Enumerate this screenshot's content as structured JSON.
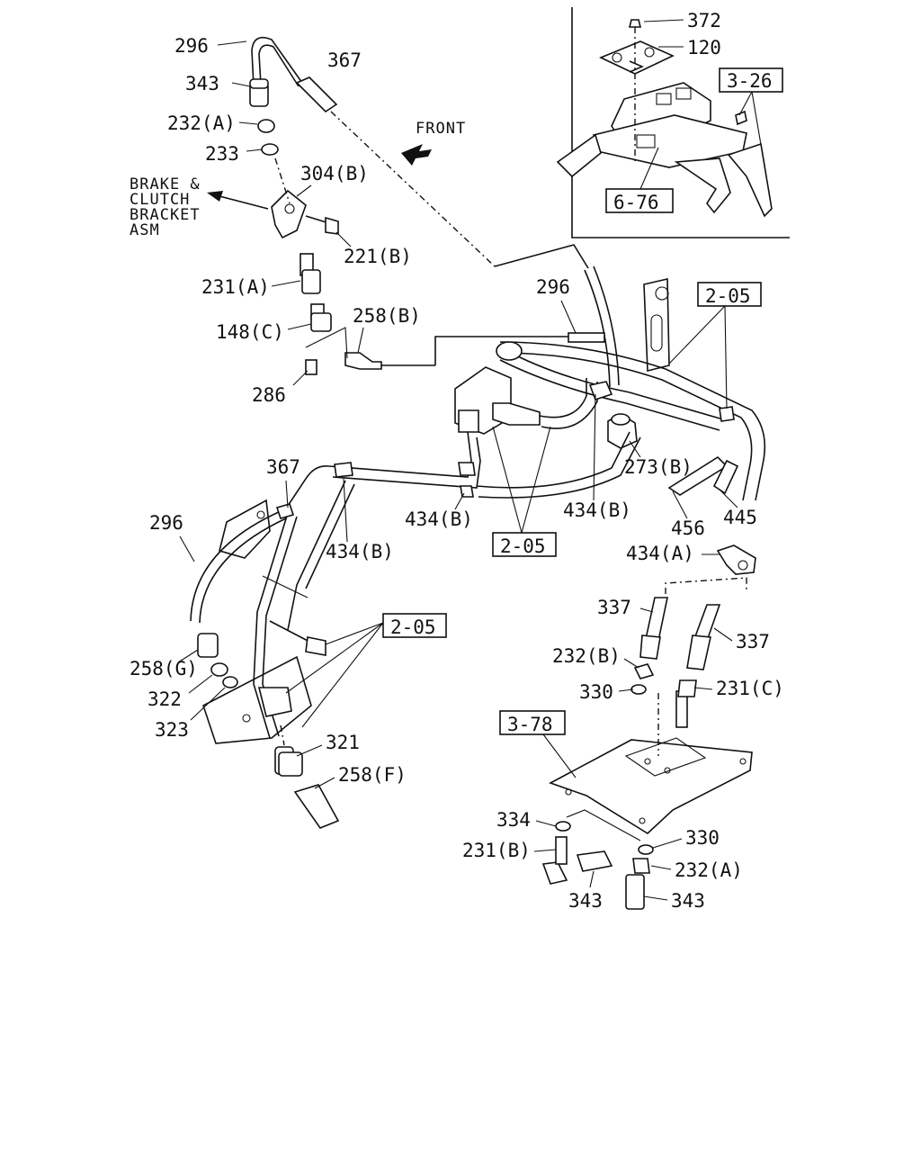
{
  "callouts": {
    "c296_top": "296",
    "c367_top": "367",
    "c343_top": "343",
    "c232a_top": "232(A)",
    "c233": "233",
    "c304b": "304(B)",
    "c221b": "221(B)",
    "c231a": "231(A)",
    "c148c": "148(C)",
    "c258b": "258(B)",
    "c286": "286",
    "c296_mid": "296",
    "c273b": "273(B)",
    "c434b_right": "434(B)",
    "c456": "456",
    "c445": "445",
    "c434b_center": "434(B)",
    "c367_left": "367",
    "c296_left": "296",
    "c434b_left": "434(B)",
    "c258g": "258(G)",
    "c322": "322",
    "c323": "323",
    "c321": "321",
    "c258f": "258(F)",
    "c434a_top": "434(A)",
    "c337_left": "337",
    "c337_right": "337",
    "c232b": "232(B)",
    "c330_top": "330",
    "c231c": "231(C)",
    "c334": "334",
    "c231b": "231(B)",
    "c330_bottom": "330",
    "c232a_bottom": "232(A)",
    "c343_bottom_left": "343",
    "c343_bottom_right": "343",
    "c372": "372",
    "c120": "120"
  },
  "references": {
    "r3_26": "3-26",
    "r6_76": "6-76",
    "r2_05_right": "2-05",
    "r2_05_center": "2-05",
    "r2_05_left": "2-05",
    "r3_78": "3-78"
  },
  "annotations": {
    "front": "FRONT",
    "bracket_line1": "BRAKE &",
    "bracket_line2": "CLUTCH",
    "bracket_line3": "BRACKET",
    "bracket_line4": "ASM"
  },
  "icons": {
    "front_arrow": "arrow-icon",
    "bracket_arrow": "arrow-icon"
  }
}
